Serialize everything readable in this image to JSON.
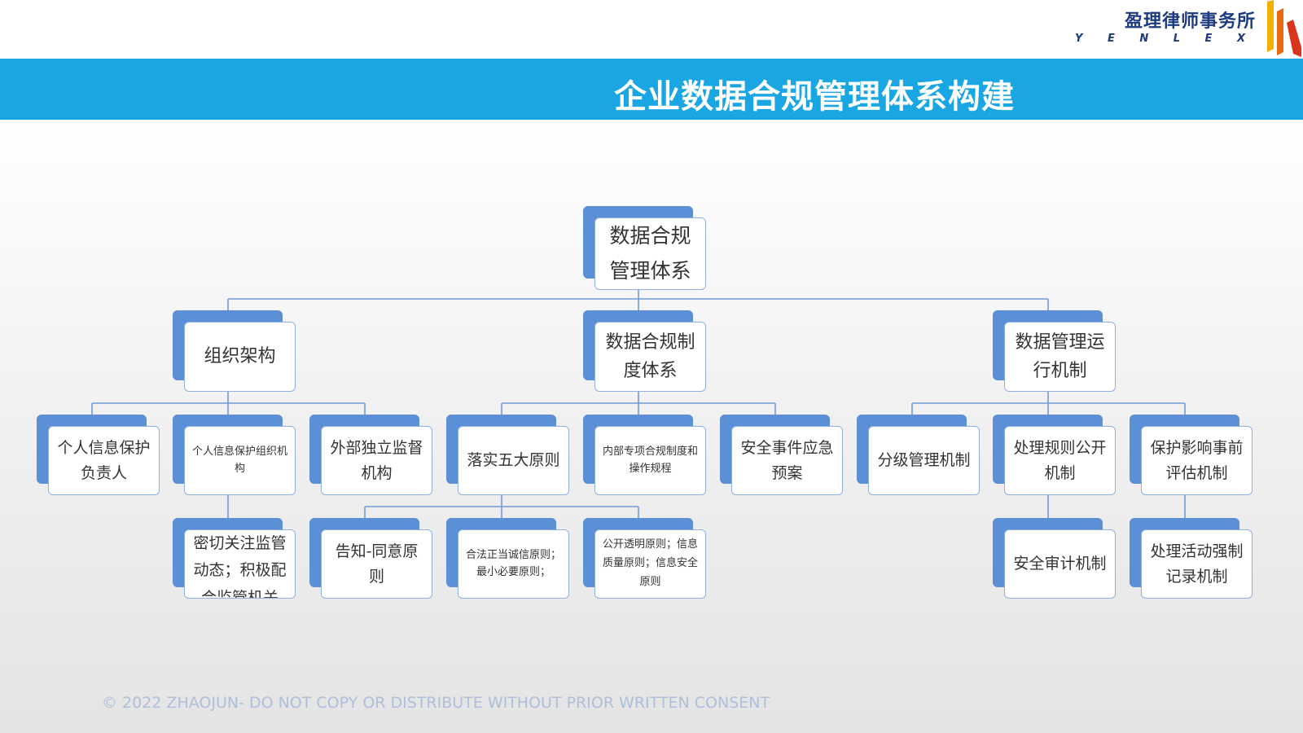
{
  "logo": {
    "name_cn": "盈理律师事务所",
    "name_en": "Y E N L E X"
  },
  "title": "企业数据合规管理体系构建",
  "footer": "© 2022 ZHAOJUN- DO NOT COPY OR DISTRIBUTE WITHOUT PRIOR WRITTEN CONSENT",
  "colors": {
    "title_bar": "#19a6e3",
    "node_back": "#5b8fd6",
    "node_border": "#8fb1e0",
    "connector": "#6f9bd3"
  },
  "tree": {
    "root": "数据合规\n管理体系",
    "branches": [
      {
        "label": "组织架构",
        "children": [
          {
            "label": "个人信息保护\n负责人"
          },
          {
            "label": "个人信息保护组织机\n构",
            "children": [
              {
                "label": "密切关注监管\n动态；积极配\n合监管机关"
              }
            ]
          },
          {
            "label": "外部独立监督\n机构"
          }
        ]
      },
      {
        "label": "数据合规制\n度体系",
        "children": [
          {
            "label": "落实五大原则",
            "children": [
              {
                "label": "告知-同意原\n则"
              },
              {
                "label": "合法正当诚信原则；\n最小必要原则；"
              },
              {
                "label": "公开透明原则；信息\n质量原则；信息安全\n原则"
              }
            ]
          },
          {
            "label": "内部专项合规制度和\n操作规程"
          },
          {
            "label": "安全事件应急\n预案"
          }
        ]
      },
      {
        "label": "数据管理运\n行机制",
        "children": [
          {
            "label": "分级管理机制"
          },
          {
            "label": "处理规则公开\n机制",
            "children": [
              {
                "label": "安全审计机制"
              }
            ]
          },
          {
            "label": "保护影响事前\n评估机制",
            "children": [
              {
                "label": "处理活动强制\n记录机制"
              }
            ]
          }
        ]
      }
    ]
  }
}
